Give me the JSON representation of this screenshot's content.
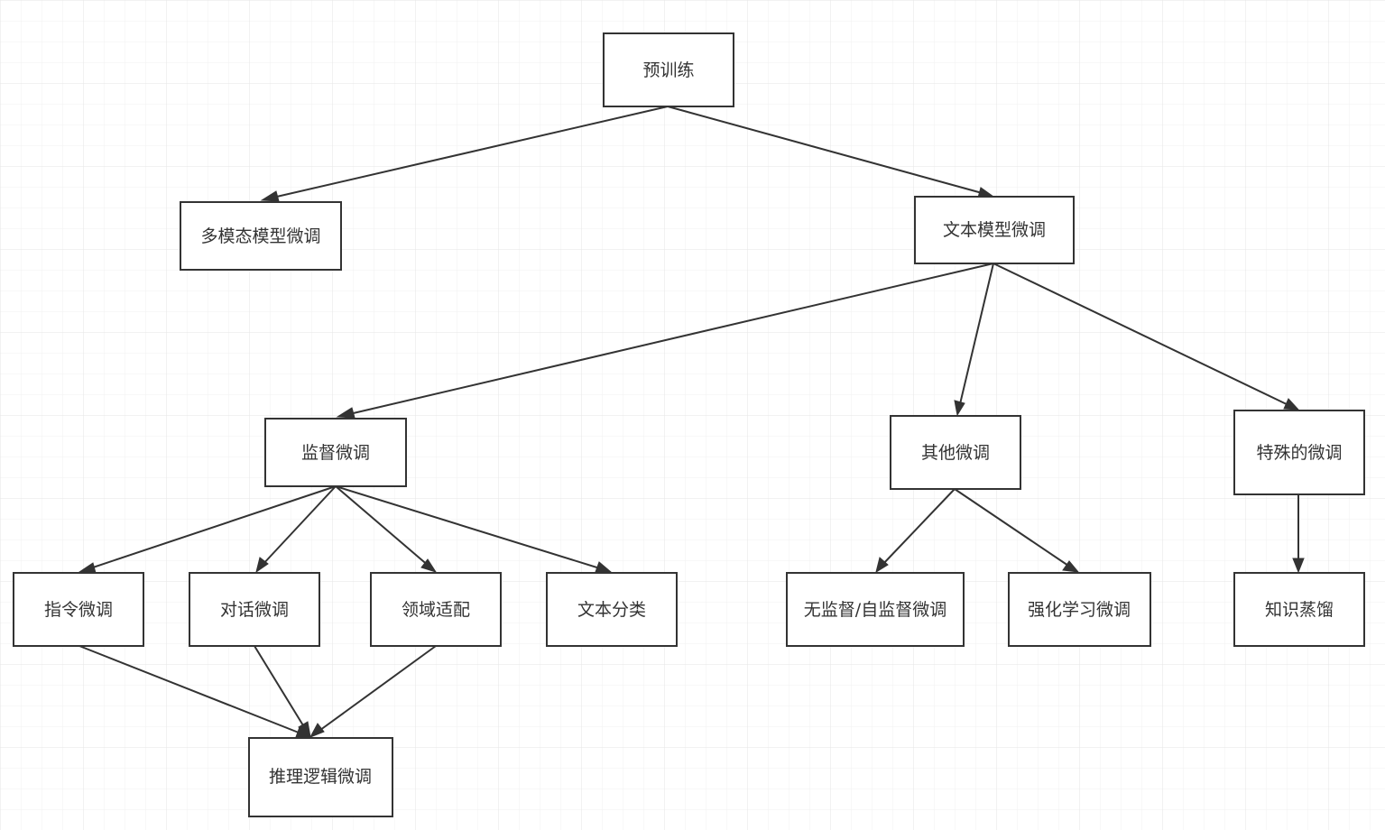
{
  "diagram": {
    "colors": {
      "stroke": "#333333",
      "background": "#ffffff",
      "grid_minor": "#f0f0f0",
      "grid_major": "#e4e4e4"
    },
    "nodes": {
      "pretrain": "预训练",
      "multimodal": "多模态模型微调",
      "text_model": "文本模型微调",
      "supervised": "监督微调",
      "other": "其他微调",
      "special": "特殊的微调",
      "instruction": "指令微调",
      "dialogue": "对话微调",
      "domain": "领域适配",
      "text_cls": "文本分类",
      "unsupervised": "无监督/自监督微调",
      "rl": "强化学习微调",
      "distill": "知识蒸馏",
      "reasoning": "推理逻辑微调"
    },
    "edges": [
      [
        "pretrain",
        "multimodal"
      ],
      [
        "pretrain",
        "text_model"
      ],
      [
        "text_model",
        "supervised"
      ],
      [
        "text_model",
        "other"
      ],
      [
        "text_model",
        "special"
      ],
      [
        "supervised",
        "instruction"
      ],
      [
        "supervised",
        "dialogue"
      ],
      [
        "supervised",
        "domain"
      ],
      [
        "supervised",
        "text_cls"
      ],
      [
        "other",
        "unsupervised"
      ],
      [
        "other",
        "rl"
      ],
      [
        "special",
        "distill"
      ],
      [
        "instruction",
        "reasoning"
      ],
      [
        "dialogue",
        "reasoning"
      ],
      [
        "domain",
        "reasoning"
      ]
    ]
  }
}
